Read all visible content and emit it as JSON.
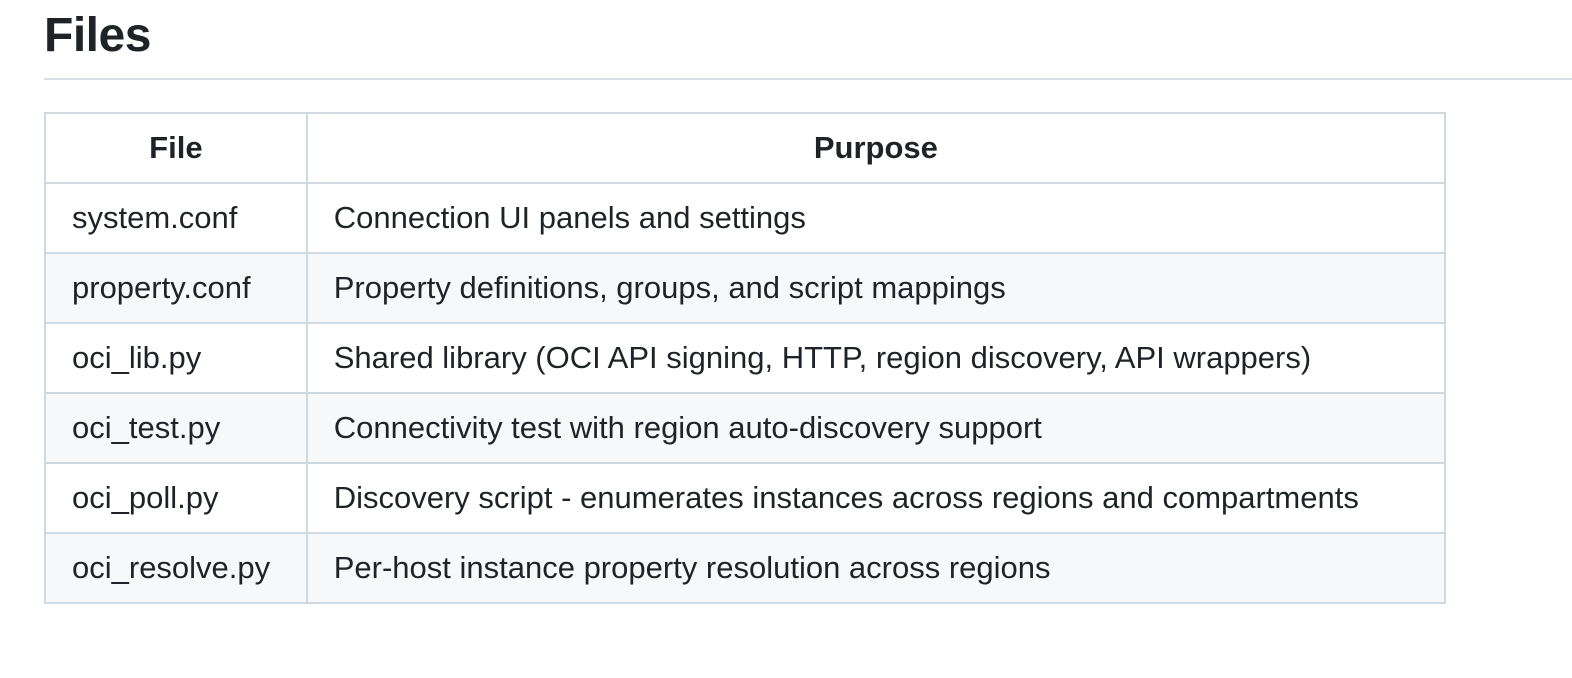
{
  "section": {
    "title": "Files"
  },
  "table": {
    "headers": {
      "file": "File",
      "purpose": "Purpose"
    },
    "rows": [
      {
        "file": "system.conf",
        "purpose": "Connection UI panels and settings"
      },
      {
        "file": "property.conf",
        "purpose": "Property definitions, groups, and script mappings"
      },
      {
        "file": "oci_lib.py",
        "purpose": "Shared library (OCI API signing, HTTP, region discovery, API wrappers)"
      },
      {
        "file": "oci_test.py",
        "purpose": "Connectivity test with region auto-discovery support"
      },
      {
        "file": "oci_poll.py",
        "purpose": "Discovery script - enumerates instances across regions and compartments"
      },
      {
        "file": "oci_resolve.py",
        "purpose": "Per-host instance property resolution across regions"
      }
    ]
  }
}
